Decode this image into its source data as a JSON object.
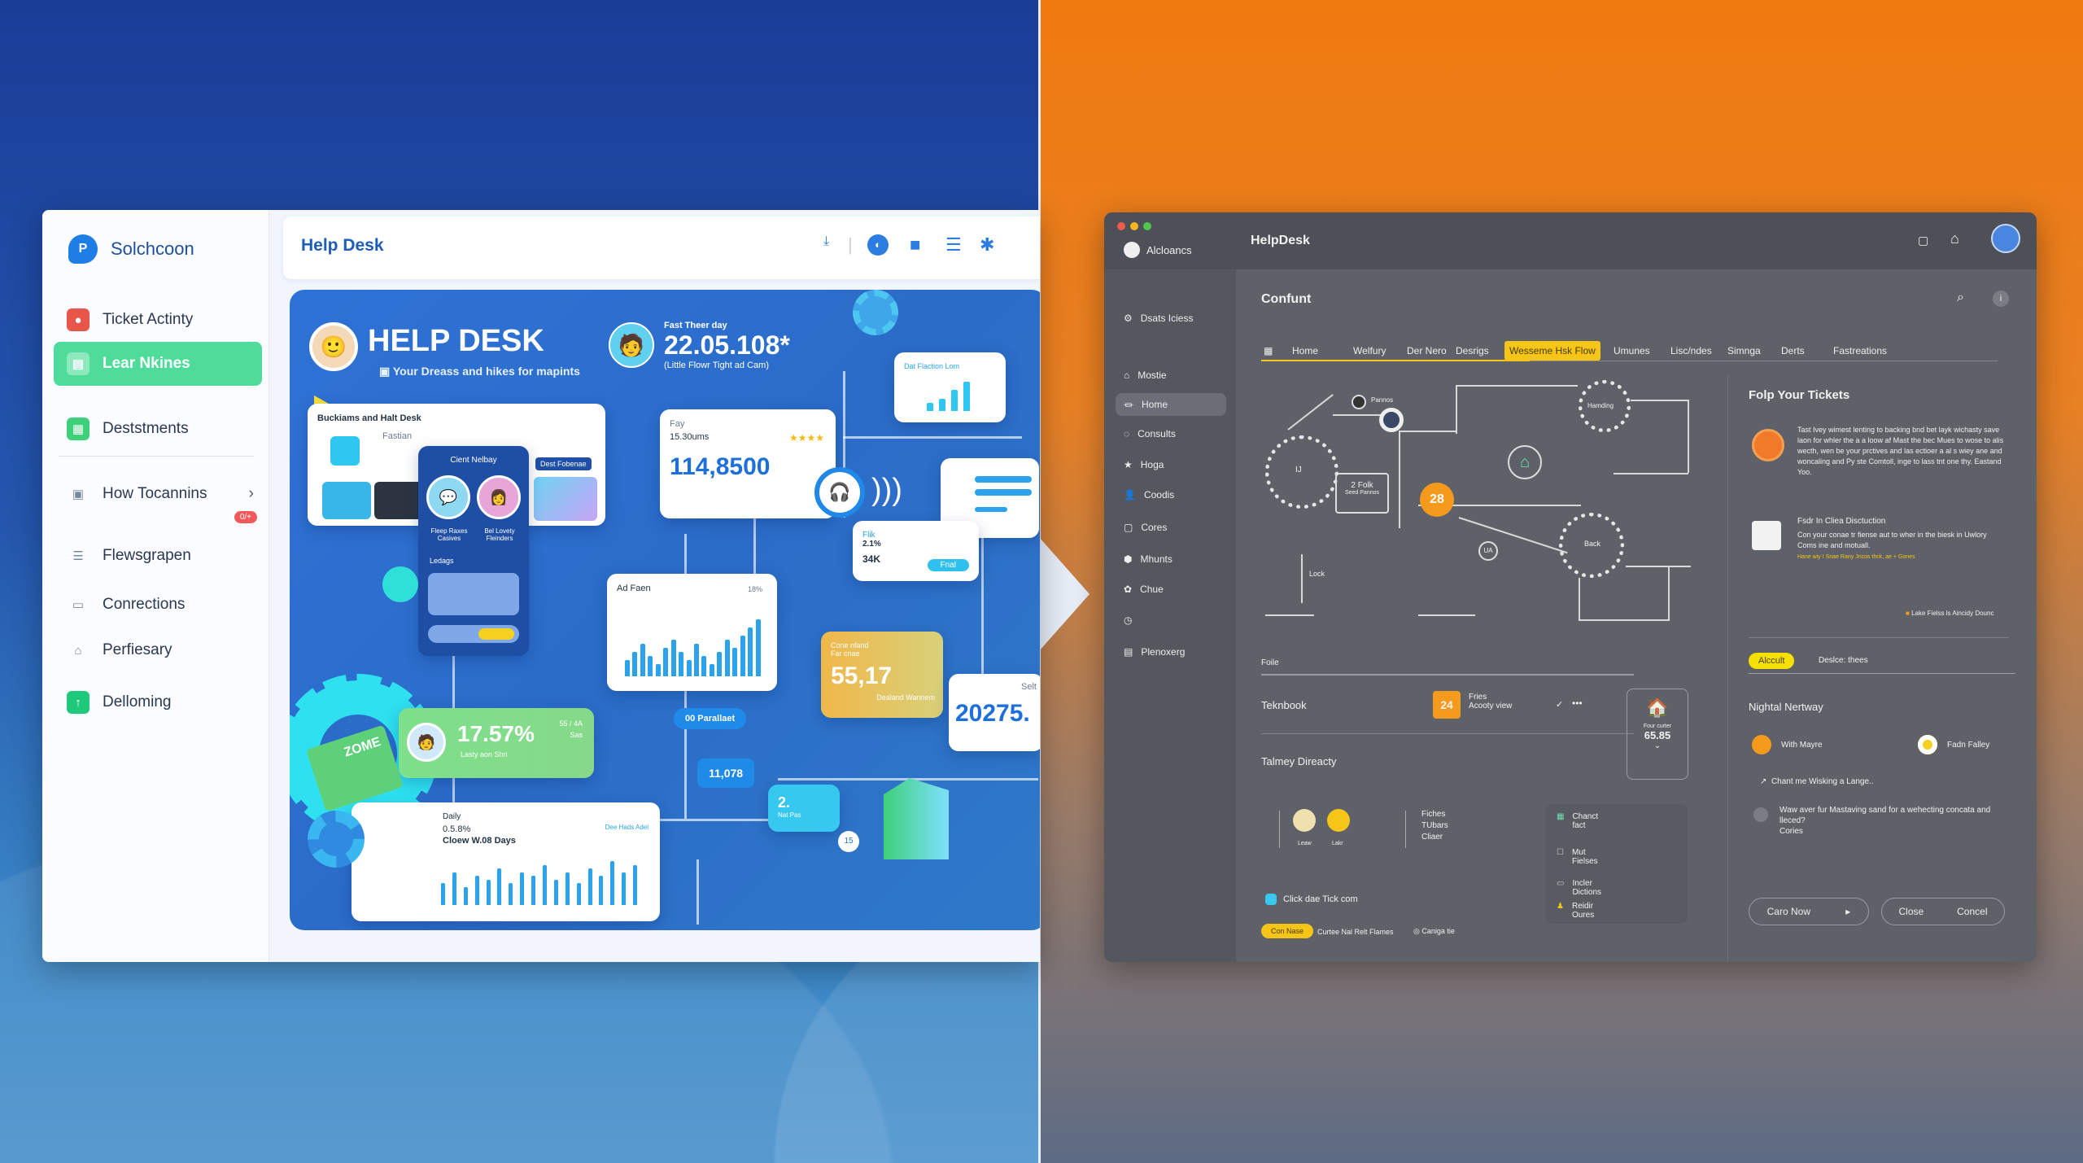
{
  "colors": {
    "left_accent": "#4fdc9a",
    "left_brand": "#2b7de0",
    "right_accent": "#f5c518",
    "right_orange": "#f59a1c"
  },
  "left": {
    "brand": "Solchcoon",
    "sidebar": [
      {
        "label": "Ticket Actinty",
        "icon": "ticket-icon"
      },
      {
        "label": "Lear Nkines",
        "icon": "learn-icon",
        "active": true
      },
      {
        "label": "Deststments",
        "icon": "document-icon"
      },
      {
        "label": "How Tocannins",
        "icon": "calendar-icon",
        "chevron": true
      },
      {
        "label": "Flewsgrapen",
        "icon": "list-icon",
        "badge": "0/+"
      },
      {
        "label": "Conrections",
        "icon": "window-icon"
      },
      {
        "label": "Perfiesary",
        "icon": "building-icon"
      },
      {
        "label": "Delloming",
        "icon": "upload-icon"
      }
    ],
    "header": {
      "title": "Help Desk"
    },
    "hero": {
      "title": "HELP DESK",
      "subtitle": "Your Dreass and hikes for mapints"
    },
    "stat_top": {
      "label": "Fast Theer day",
      "value": "22.05.108*",
      "sub": "(Little Flowr Tight ad Cam)"
    },
    "card_buckians": {
      "title": "Buckiams and Halt Desk",
      "sub": "Fastian"
    },
    "card_client": {
      "title": "Cient Nelbay",
      "name1": "Fleep Raxes Casives",
      "name2": "Bel Lovety Fleinders",
      "label": "Ledags",
      "chip": "Dest Fobenae"
    },
    "card_fay": {
      "label": "Fay",
      "time": "15.30ums",
      "value": "114,8500",
      "stars": "★★★★"
    },
    "card_dat": {
      "title": "Dat Flaction Lom"
    },
    "card_flk": {
      "title": "Flik",
      "pct": "2.1%",
      "value": "34K",
      "button": "Fnal"
    },
    "card_adfaen": {
      "title": "Ad Faen",
      "meta": "18%",
      "bars": [
        4,
        6,
        8,
        5,
        3,
        7,
        9,
        6,
        4,
        8,
        5,
        3,
        6,
        9,
        7,
        10,
        12,
        14
      ]
    },
    "card_yellow": {
      "label": "Cone nfand",
      "sub": "Far cnae",
      "value": "55,17",
      "foot": "Dealand Wannem"
    },
    "card_right": {
      "label": "Selt",
      "value": "20275."
    },
    "card_green": {
      "value": "17.57%",
      "sub": "Lasty aon Shri",
      "meta": "55 / 4A",
      "meta2": "Sas"
    },
    "card_daily": {
      "label": "Daily",
      "pct": "0.5.8%",
      "title": "Cloew W.08 Days",
      "legend": "Dee Hads Adel",
      "bars": [
        6,
        9,
        5,
        8,
        7,
        10,
        6,
        9,
        8,
        11,
        7,
        9,
        6,
        10,
        8,
        12,
        9,
        11
      ]
    },
    "pill_parallel": "00 Parallaet",
    "pill_count": "11,078",
    "card_cyan": {
      "value": "2.",
      "sub": "Nat Pas"
    },
    "badge_15": "15",
    "tag_zome": "ZOME",
    "mini_bars": [
      2,
      3,
      5,
      7
    ]
  },
  "right": {
    "app": "Alcloancs",
    "title": "HelpDesk",
    "sidebar": [
      {
        "label": "Dsats Iciess",
        "icon": "settings-icon"
      },
      {
        "label": "Mostie",
        "icon": "home-icon"
      },
      {
        "label": "Home",
        "icon": "bank-icon",
        "active": true
      },
      {
        "label": "Consults",
        "icon": "chat-icon"
      },
      {
        "label": "Hoga",
        "icon": "star-icon"
      },
      {
        "label": "Coodis",
        "icon": "user-icon"
      },
      {
        "label": "Cores",
        "icon": "file-icon"
      },
      {
        "label": "Mhunts",
        "icon": "shield-icon"
      },
      {
        "label": "Chue",
        "icon": "gear-icon"
      },
      {
        "label": "",
        "icon": "clock-icon"
      },
      {
        "label": "Plenoxerg",
        "icon": "calendar-icon"
      }
    ],
    "page_title": "Confunt",
    "tabs": [
      "Home",
      "Welfury",
      "Der Nero",
      "Desrigs",
      "Wesseme Hsk Flow",
      "Umunes",
      "Lisc/ndes",
      "Simnga",
      "Derts",
      "Fastreations"
    ],
    "active_tab": 4,
    "diagram": {
      "n_pannos": "Pannos",
      "n_hambing": "Hamding",
      "n_2folk": "2 Folk",
      "n_2folk_sub": "Seed Pannos",
      "n_28": "28",
      "n_lock": "Lock",
      "n_back": "Back",
      "n_ij": "IJ",
      "n_ua": "UA"
    },
    "section_label": "Foile",
    "row": {
      "name": "Teknbook",
      "badge": "24",
      "title": "Fries",
      "sub": "Acooty view"
    },
    "side_card": {
      "label": "Four curter",
      "value": "65.85"
    },
    "dir_title": "Talmey Direacty",
    "dir_people": [
      "Leaw",
      "Lakr"
    ],
    "dir_info": [
      "Fiches",
      "TUbars",
      "Cliaer"
    ],
    "menu": [
      "Chanct fact",
      "Mut Fielses",
      "Incler Dictions",
      "Reidir Oures"
    ],
    "click_label": "Click dae Tick com",
    "bottom": {
      "pill": "Con Nase",
      "text": "Curtee Nal Relt Flames",
      "text2": "Caniga tie"
    },
    "panel": {
      "title": "Folp Your Tickets",
      "item1": "Tast Ivey wimest lenting to backing bnd bet layk wichasty save laon for whler the a a loow af Mast the bec Mues to wose to alis wecth, wen be your prctives and las ectioer a al s wiey ane and woncaling and Py ste Comtoll, inge to lass tnt one thy. Eastand Yoo.",
      "item2_title": "Fsdr In Cliea Disctuction",
      "item2": "Con your conae tr fiense aut to wher in the biesk in Uwlory Coms ine and motuall.",
      "item2_link": "Hane wiy I Snae Rany Jncos thck, ae + Gones",
      "link": "Lake Fielss ls Aincidy Dounc",
      "tabs": [
        "Alccult",
        "Deslce: thees"
      ],
      "subtitle": "Nightal Nertway",
      "opt1": "With Mayre",
      "opt2": "Fadn Falley",
      "q1": "Chant me Wisking a Lange..",
      "q2": "Waw aver fur Mastaving sand for a wehecting concata and lleced?",
      "q2_sub": "Cories",
      "btn1": "Caro Now",
      "btn2": "Close",
      "btn3": "Concel"
    }
  }
}
